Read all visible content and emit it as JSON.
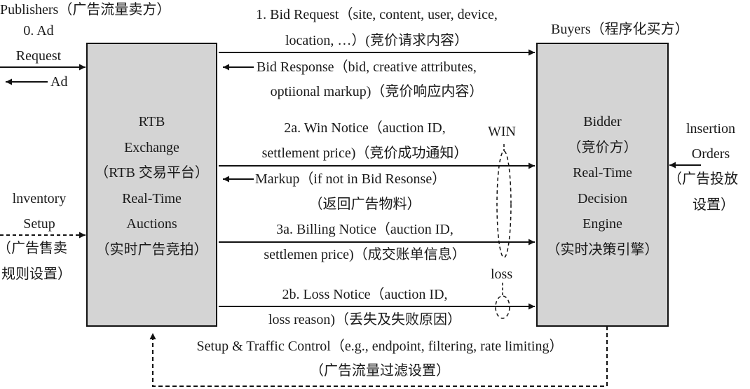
{
  "publishers": {
    "title": "Publishers（广告流量卖方）",
    "ad_request_1": "0. Ad",
    "ad_request_2": "Request",
    "ad": "Ad"
  },
  "inventory": {
    "line1": "lnventory",
    "line2": "Setup",
    "line3": "（广告售卖",
    "line4": "规则设置）"
  },
  "exchange": {
    "lines": [
      "RTB",
      "Exchange",
      "（RTB 交易平台）",
      "Real-Time",
      "Auctions",
      "（实时广告竞拍）"
    ]
  },
  "buyers": {
    "title": "Buyers（程序化买方）",
    "bidder_lines": [
      "Bidder",
      "（竞价方）",
      "Real-Time",
      "Decision",
      "Engine",
      "（实时决策引擎）"
    ]
  },
  "insertion": {
    "line1": "lnsertion",
    "line2": "Orders",
    "line3": "（广告投放",
    "line4": "设置）"
  },
  "messages": {
    "bid_request_1": "1. Bid Request（site, content, user, device,",
    "bid_request_2": "location, …）(竞价请求内容）",
    "bid_response_1": "Bid Response（bid, creative attributes,",
    "bid_response_2": "optiional markup)（竞价响应内容）",
    "win_notice_1": "2a. Win Notice（auction ID,",
    "win_notice_2": "settlement price)（竞价成功通知）",
    "markup_1": "Markup（if not in Bid Resonse）",
    "markup_2": "（返回广告物料）",
    "billing_1": "3a. Billing Notice（auction ID,",
    "billing_2": "settlemen price)（成交账单信息）",
    "loss_1": "2b. Loss Notice（auction ID,",
    "loss_2": "loss reason)（丢失及失败原因）",
    "win_label": "WIN",
    "loss_label": "loss"
  },
  "setup_traffic": {
    "line1": "Setup & Traffic Control（e.g., endpoint, filtering, rate limiting）",
    "line2": "（广告流量过滤设置）"
  }
}
